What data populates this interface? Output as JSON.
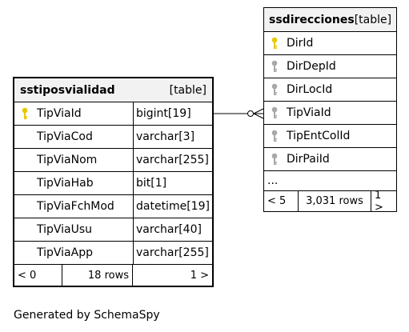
{
  "left_table": {
    "name": "sstiposvialidad",
    "kind": "[table]",
    "columns": [
      {
        "name": "TipViaId",
        "type": "bigint[19]",
        "key": "primary"
      },
      {
        "name": "TipViaCod",
        "type": "varchar[3]",
        "key": "none"
      },
      {
        "name": "TipViaNom",
        "type": "varchar[255]",
        "key": "none"
      },
      {
        "name": "TipViaHab",
        "type": "bit[1]",
        "key": "none"
      },
      {
        "name": "TipViaFchMod",
        "type": "datetime[19]",
        "key": "none"
      },
      {
        "name": "TipViaUsu",
        "type": "varchar[40]",
        "key": "none"
      },
      {
        "name": "TipViaApp",
        "type": "varchar[255]",
        "key": "none"
      }
    ],
    "footer": {
      "parents": "< 0",
      "rows": "18 rows",
      "children": "1 >"
    }
  },
  "right_table": {
    "name": "ssdirecciones",
    "kind": "[table]",
    "columns": [
      {
        "name": "DirId",
        "key": "primary"
      },
      {
        "name": "DirDepId",
        "key": "foreign"
      },
      {
        "name": "DirLocId",
        "key": "foreign"
      },
      {
        "name": "TipViaId",
        "key": "foreign"
      },
      {
        "name": "TipEntColId",
        "key": "foreign"
      },
      {
        "name": "DirPaiId",
        "key": "foreign"
      }
    ],
    "more": "...",
    "footer": {
      "parents": "< 5",
      "rows": "3,031 rows",
      "children": "1 >"
    }
  },
  "relationship": {
    "from": "sstiposvialidad.TipViaId",
    "to": "ssdirecciones.TipViaId",
    "cardinality": "one-to-many"
  },
  "credit": "Generated by SchemaSpy",
  "colors": {
    "primary_key": "#e6c800",
    "foreign_key": "#a8a8a8",
    "header_bg": "#f2f2f2"
  }
}
